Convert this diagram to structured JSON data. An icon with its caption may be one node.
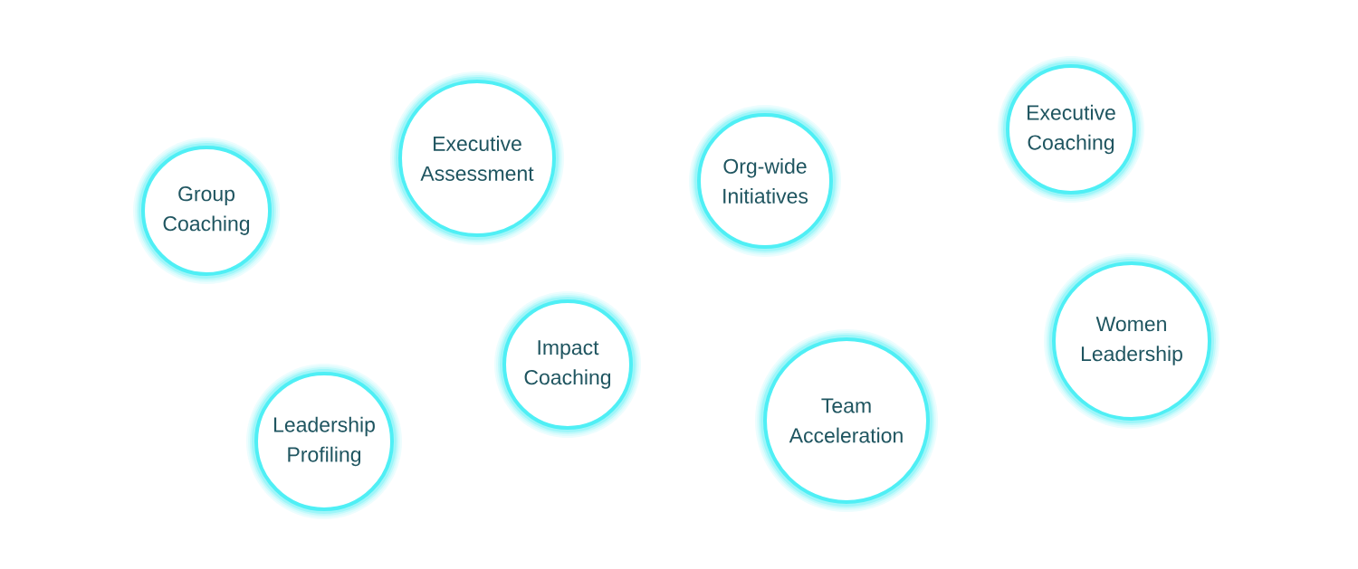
{
  "diagram": {
    "nodes": [
      {
        "text": [
          "Group Coaching"
        ]
      },
      {
        "text": [
          "Executive Assessment"
        ]
      },
      {
        "text": [
          "Org-wide Initiatives"
        ]
      },
      {
        "text": [
          "Executive Coaching"
        ]
      },
      {
        "text": [
          "Women Leadership"
        ]
      },
      {
        "text": [
          "Impact Coaching"
        ]
      },
      {
        "text": [
          "Leadership Profiling"
        ]
      },
      {
        "text": [
          "Team Acceleration"
        ]
      }
    ]
  }
}
